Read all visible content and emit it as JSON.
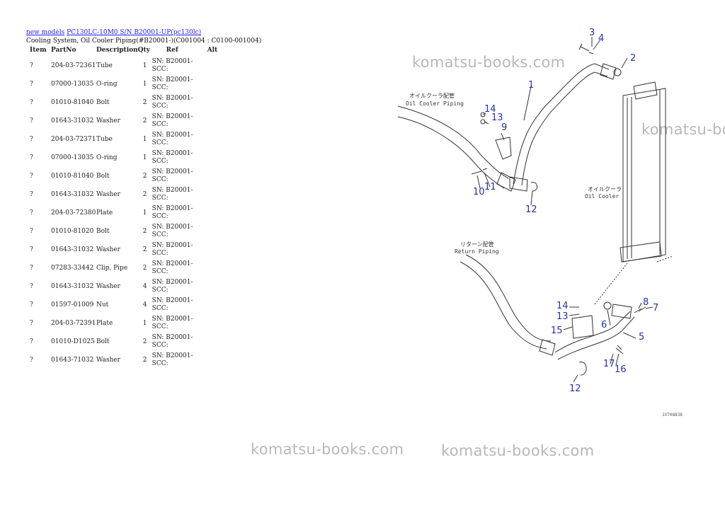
{
  "breadcrumb": {
    "link1": "new models",
    "link2": "PC130LC-10M0 S/N B20001-UP(pc130lc)"
  },
  "page_title": "Cooling System, Oil Cooler Piping(#B20001-)(C001004 : C0100-001004)",
  "table": {
    "headers": {
      "item": "Item",
      "part_no": "PartNo",
      "description": "Description",
      "qty": "Qty",
      "ref": "Ref",
      "alt": "Alt"
    },
    "rows": [
      {
        "item": "?",
        "part_no": "204-03-72361",
        "description": "Tube",
        "qty": "1",
        "ref": "SN: B20001-\nSCC:"
      },
      {
        "item": "?",
        "part_no": "07000-13035",
        "description": "O-ring",
        "qty": "1",
        "ref": "SN: B20001-\nSCC:"
      },
      {
        "item": "?",
        "part_no": "01010-81040",
        "description": "Bolt",
        "qty": "2",
        "ref": "SN: B20001-\nSCC:"
      },
      {
        "item": "?",
        "part_no": "01643-31032",
        "description": "Washer",
        "qty": "2",
        "ref": "SN: B20001-\nSCC:"
      },
      {
        "item": "?",
        "part_no": "204-03-72371",
        "description": "Tube",
        "qty": "1",
        "ref": "SN: B20001-\nSCC:"
      },
      {
        "item": "?",
        "part_no": "07000-13035",
        "description": "O-ring",
        "qty": "1",
        "ref": "SN: B20001-\nSCC:"
      },
      {
        "item": "?",
        "part_no": "01010-81040",
        "description": "Bolt",
        "qty": "2",
        "ref": "SN: B20001-\nSCC:"
      },
      {
        "item": "?",
        "part_no": "01643-31032",
        "description": "Washer",
        "qty": "2",
        "ref": "SN: B20001-\nSCC:"
      },
      {
        "item": "?",
        "part_no": "204-03-72380",
        "description": "Plate",
        "qty": "1",
        "ref": "SN: B20001-\nSCC:"
      },
      {
        "item": "?",
        "part_no": "01010-81020",
        "description": "Bolt",
        "qty": "2",
        "ref": "SN: B20001-\nSCC:"
      },
      {
        "item": "?",
        "part_no": "01643-31032",
        "description": "Washer",
        "qty": "2",
        "ref": "SN: B20001-\nSCC:"
      },
      {
        "item": "?",
        "part_no": "07283-33442",
        "description": "Clip, Pipe",
        "qty": "2",
        "ref": "SN: B20001-\nSCC:"
      },
      {
        "item": "?",
        "part_no": "01643-31032",
        "description": "Washer",
        "qty": "4",
        "ref": "SN: B20001-\nSCC:"
      },
      {
        "item": "?",
        "part_no": "01597-01009",
        "description": "Nut",
        "qty": "4",
        "ref": "SN: B20001-\nSCC:"
      },
      {
        "item": "?",
        "part_no": "204-03-72391",
        "description": "Plate",
        "qty": "1",
        "ref": "SN: B20001-\nSCC:"
      },
      {
        "item": "?",
        "part_no": "01010-D1025",
        "description": "Bolt",
        "qty": "2",
        "ref": "SN: B20001-\nSCC:"
      },
      {
        "item": "?",
        "part_no": "01643-71032",
        "description": "Washer",
        "qty": "2",
        "ref": "SN: B20001-\nSCC:"
      }
    ]
  },
  "watermarks": [
    "komatsu-books.com",
    "komatsu-bo",
    "komatsu-books.com",
    "komatsu-books.com"
  ],
  "diagram": {
    "labels": {
      "oil_cooler_piping_jp": "オイルクーラ配管",
      "oil_cooler_piping_en": "Oil Cooler Piping",
      "oil_cooler_jp": "オイルクーラ",
      "oil_cooler_en": "Oil Cooler",
      "return_piping_jp": "リターン配管",
      "return_piping_en": "Return Piping",
      "drawing_code": "JXT08838"
    },
    "callouts": [
      "1",
      "2",
      "3",
      "4",
      "5",
      "6",
      "7",
      "8",
      "9",
      "10",
      "11",
      "12",
      "12",
      "13",
      "13",
      "14",
      "14",
      "15",
      "16",
      "17"
    ]
  }
}
